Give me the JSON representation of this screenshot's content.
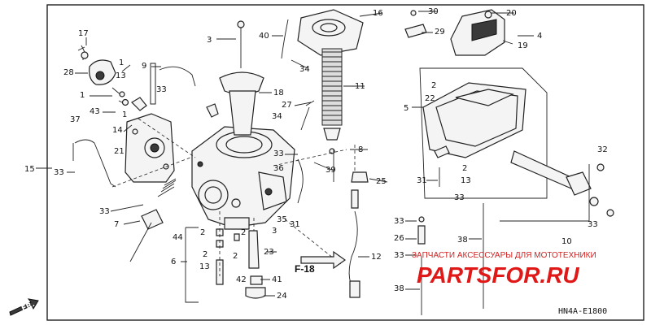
{
  "diagram": {
    "callouts": [
      {
        "id": "c17",
        "text": "17"
      },
      {
        "id": "c28",
        "text": "28"
      },
      {
        "id": "c1a",
        "text": "1"
      },
      {
        "id": "c13a",
        "text": "13"
      },
      {
        "id": "c1b",
        "text": "1"
      },
      {
        "id": "c43",
        "text": "43"
      },
      {
        "id": "c1c",
        "text": "1"
      },
      {
        "id": "c14",
        "text": "14"
      },
      {
        "id": "c37",
        "text": "37"
      },
      {
        "id": "c15",
        "text": "15"
      },
      {
        "id": "c33a",
        "text": "33"
      },
      {
        "id": "c21",
        "text": "21"
      },
      {
        "id": "c33b",
        "text": "33"
      },
      {
        "id": "c7",
        "text": "7"
      },
      {
        "id": "c6",
        "text": "6"
      },
      {
        "id": "c9",
        "text": "9"
      },
      {
        "id": "c33c",
        "text": "33"
      },
      {
        "id": "c3a",
        "text": "3"
      },
      {
        "id": "c40",
        "text": "40"
      },
      {
        "id": "c34a",
        "text": "34"
      },
      {
        "id": "c18",
        "text": "18"
      },
      {
        "id": "c16",
        "text": "16"
      },
      {
        "id": "c11",
        "text": "11"
      },
      {
        "id": "c27",
        "text": "27"
      },
      {
        "id": "c34b",
        "text": "34"
      },
      {
        "id": "c8",
        "text": "8"
      },
      {
        "id": "c33d",
        "text": "33"
      },
      {
        "id": "c36",
        "text": "36"
      },
      {
        "id": "c39",
        "text": "39"
      },
      {
        "id": "c35",
        "text": "35"
      },
      {
        "id": "c31a",
        "text": "31"
      },
      {
        "id": "c3b",
        "text": "3"
      },
      {
        "id": "c44",
        "text": "44"
      },
      {
        "id": "c2a",
        "text": "2"
      },
      {
        "id": "c2b",
        "text": "2"
      },
      {
        "id": "c2c",
        "text": "2"
      },
      {
        "id": "c13b",
        "text": "13"
      },
      {
        "id": "c2d",
        "text": "2"
      },
      {
        "id": "c23",
        "text": "23"
      },
      {
        "id": "c42",
        "text": "42"
      },
      {
        "id": "c41",
        "text": "41"
      },
      {
        "id": "c24",
        "text": "24"
      },
      {
        "id": "c25",
        "text": "25"
      },
      {
        "id": "c12",
        "text": "12"
      },
      {
        "id": "c30",
        "text": "30"
      },
      {
        "id": "c29",
        "text": "29"
      },
      {
        "id": "c20",
        "text": "20"
      },
      {
        "id": "c4",
        "text": "4"
      },
      {
        "id": "c19",
        "text": "19"
      },
      {
        "id": "c2e",
        "text": "2"
      },
      {
        "id": "c22",
        "text": "22"
      },
      {
        "id": "c5",
        "text": "5"
      },
      {
        "id": "c2f",
        "text": "2"
      },
      {
        "id": "c13c",
        "text": "13"
      },
      {
        "id": "c31b",
        "text": "31"
      },
      {
        "id": "c32",
        "text": "32"
      },
      {
        "id": "c33e",
        "text": "33"
      },
      {
        "id": "c33f",
        "text": "33"
      },
      {
        "id": "c33g",
        "text": "33"
      },
      {
        "id": "c10",
        "text": "10"
      },
      {
        "id": "c26",
        "text": "26"
      },
      {
        "id": "c38a",
        "text": "38"
      },
      {
        "id": "c33h",
        "text": "33"
      },
      {
        "id": "c38b",
        "text": "38"
      }
    ],
    "section_ref": "F-18",
    "front_marker": "FR.",
    "diagram_code": "HN4A-E1800",
    "watermark_small": "ЗАПЧАСТИ АКСЕССУАРЫ ДЛЯ МОТОТЕХНИКИ",
    "watermark_large": "PARTSFOR.RU",
    "colors": {
      "line": "#222222",
      "watermark": "#e01818"
    }
  }
}
